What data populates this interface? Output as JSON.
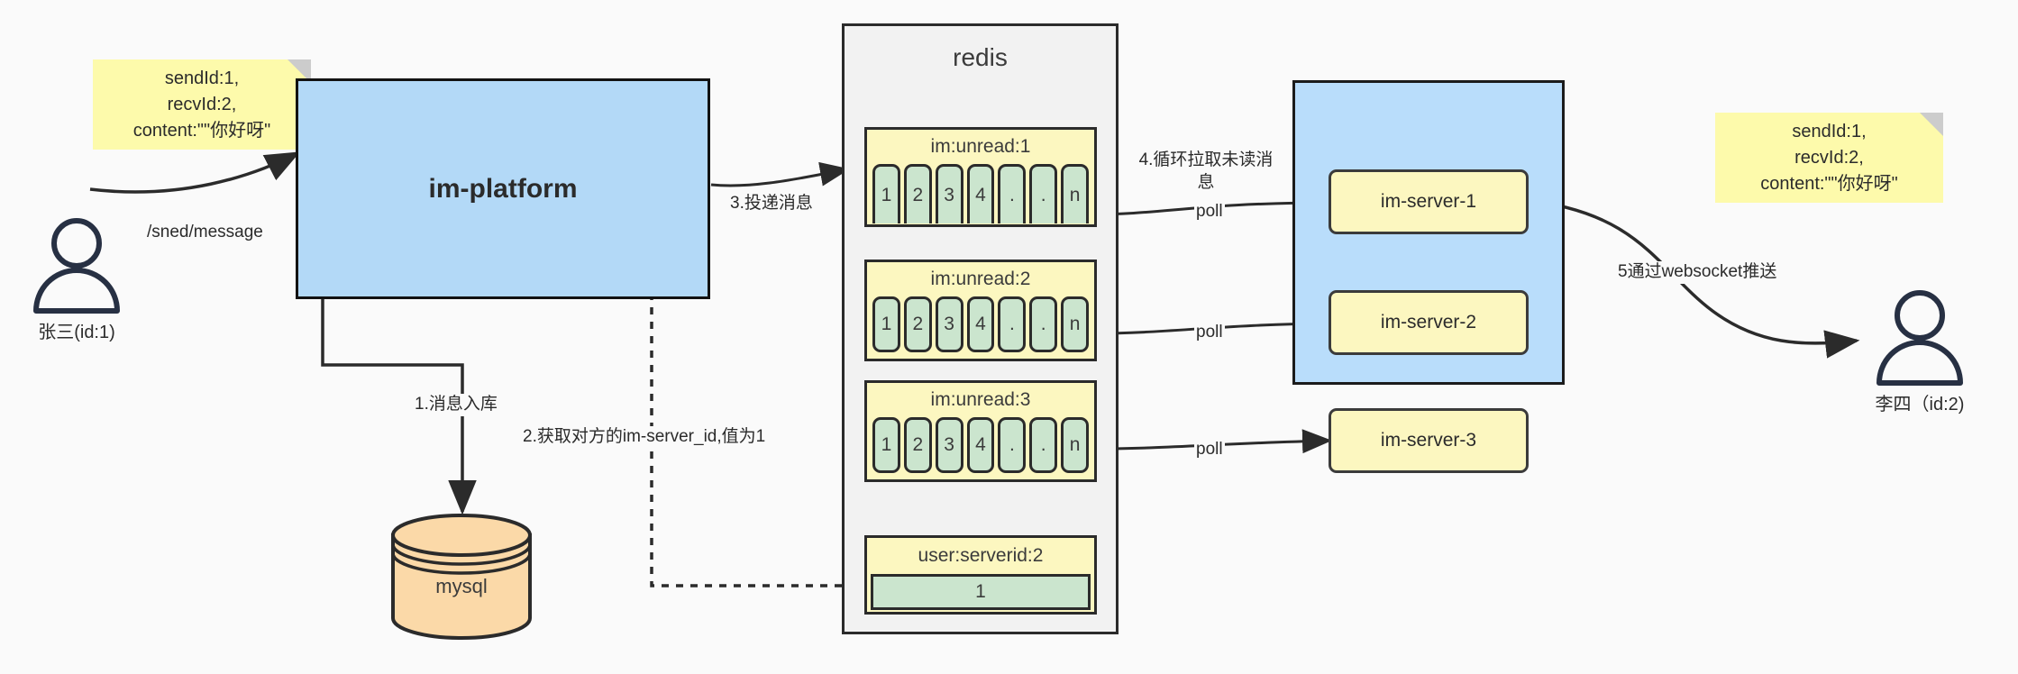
{
  "diagram": {
    "title": "IM message delivery architecture",
    "colors": {
      "background": "#fafafa",
      "note": "#fdfaab",
      "platform": "#b3d9f7",
      "servers_container": "#b9ddfb",
      "server_box": "#fcf7c0",
      "redis_container": "#f2f2f2",
      "queue_header": "#fcf7c0",
      "queue_cell": "#cbe5ce",
      "mysql": "#fbd9a8",
      "stroke": "#2b2b2b"
    }
  },
  "notes": {
    "left": "sendId:1,\nrecvId:2,\ncontent:\"\"你好呀\"",
    "right": "sendId:1,\nrecvId:2,\ncontent:\"\"你好呀\""
  },
  "actors": {
    "sender": {
      "name": "张三(id:1)",
      "icon": "user-icon"
    },
    "receiver": {
      "name": "李四（id:2)",
      "icon": "user-icon"
    }
  },
  "platform": {
    "label": "im-platform"
  },
  "mysql": {
    "label": "mysql"
  },
  "redis": {
    "title": "redis",
    "queues": [
      {
        "key": "im:unread:1",
        "cells": [
          "1",
          "2",
          "3",
          "4",
          ".",
          ".",
          "n"
        ],
        "cell_shape": "rounded-top"
      },
      {
        "key": "im:unread:2",
        "cells": [
          "1",
          "2",
          "3",
          "4",
          ".",
          ".",
          "n"
        ],
        "cell_shape": "rounded-all"
      },
      {
        "key": "im:unread:3",
        "cells": [
          "1",
          "2",
          "3",
          "4",
          ".",
          ".",
          "n"
        ],
        "cell_shape": "rounded-all"
      }
    ],
    "kv": {
      "key": "user:serverid:2",
      "value": "1"
    }
  },
  "servers": {
    "items": [
      {
        "label": "im-server-1"
      },
      {
        "label": "im-server-2"
      },
      {
        "label": "im-server-3"
      }
    ]
  },
  "edges": {
    "send_message": "/sned/message",
    "step1": "1.消息入库",
    "step2": "2.获取对方的im-server_id,值为1",
    "step3": "3.投递消息",
    "step4": "4.循环拉取未读消\n息",
    "step5": "5通过websocket推送",
    "poll1": "poll",
    "poll2": "poll",
    "poll3": "poll"
  }
}
